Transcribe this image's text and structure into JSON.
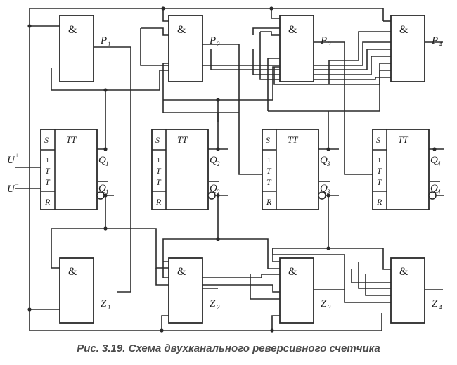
{
  "caption": "Рис. 3.19. Схема двухканального реверсивного счетчика",
  "and_symbol": "&",
  "trigger": {
    "type": "TT",
    "pins": [
      "S",
      "1",
      "T",
      "T",
      "R"
    ]
  },
  "inputs": {
    "up": {
      "base": "U",
      "sup": "+"
    },
    "down": {
      "base": "U",
      "sup": "−"
    }
  },
  "triggers": [
    {
      "q": "Q",
      "qbar": "Q",
      "index": "1"
    },
    {
      "q": "Q",
      "qbar": "Q",
      "index": "2"
    },
    {
      "q": "Q",
      "qbar": "Q",
      "index": "3"
    },
    {
      "q": "Q",
      "qbar": "Q",
      "index": "4"
    }
  ],
  "top_outputs": [
    {
      "base": "P",
      "index": "1"
    },
    {
      "base": "P",
      "index": "2"
    },
    {
      "base": "P",
      "index": "3"
    },
    {
      "base": "P",
      "index": "4"
    }
  ],
  "bottom_outputs": [
    {
      "base": "Z",
      "index": "1"
    },
    {
      "base": "Z",
      "index": "2"
    },
    {
      "base": "Z",
      "index": "3"
    },
    {
      "base": "Z",
      "index": "4"
    }
  ]
}
